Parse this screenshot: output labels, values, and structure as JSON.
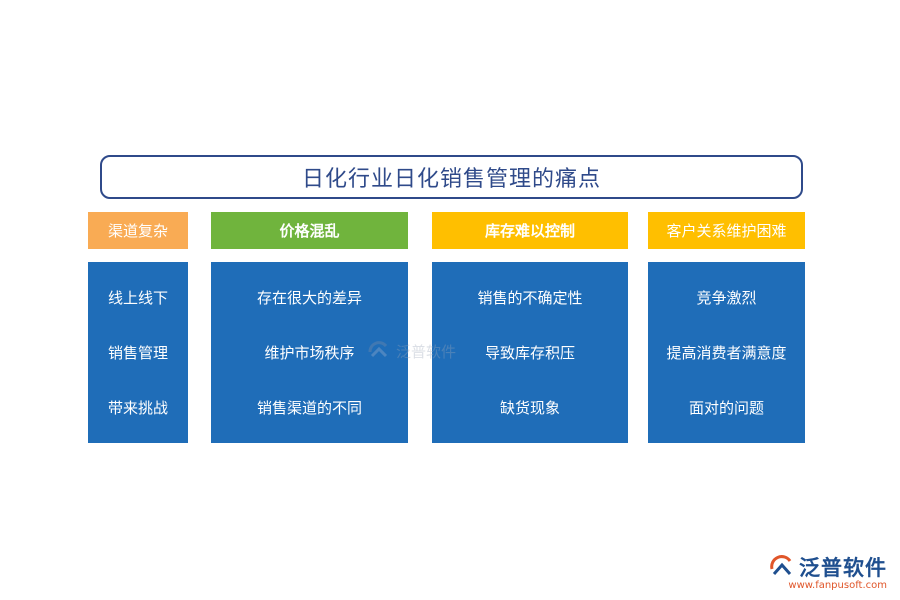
{
  "title": "日化行业日化销售管理的痛点",
  "columns": [
    {
      "header": "渠道复杂",
      "header_bg": "#f9ab54",
      "header_color": "#ffffff",
      "items": [
        "线上线下",
        "销售管理",
        "带来挑战"
      ]
    },
    {
      "header": "价格混乱",
      "header_bg": "#70b43d",
      "header_color": "#ffffff",
      "items": [
        "存在很大的差异",
        "维护市场秩序",
        "销售渠道的不同"
      ]
    },
    {
      "header": "库存难以控制",
      "header_bg": "#ffbf00",
      "header_color": "#ffffff",
      "items": [
        "销售的不确定性",
        "导致库存积压",
        "缺货现象"
      ]
    },
    {
      "header": "客户关系维护困难",
      "header_bg": "#ffbf00",
      "header_color": "#ffffff",
      "items": [
        "竞争激烈",
        "提高消费者满意度",
        "面对的问题"
      ]
    }
  ],
  "colors": {
    "column_bg": "#1f6db8",
    "title_border": "#2f4a8a",
    "title_text": "#2f4a8a"
  },
  "watermark": {
    "text": "泛普软件",
    "icon": "fanpu-logo-icon"
  },
  "logo": {
    "name": "泛普软件",
    "url": "www.fanpusoft.com",
    "icon": "fanpu-logo-icon"
  }
}
